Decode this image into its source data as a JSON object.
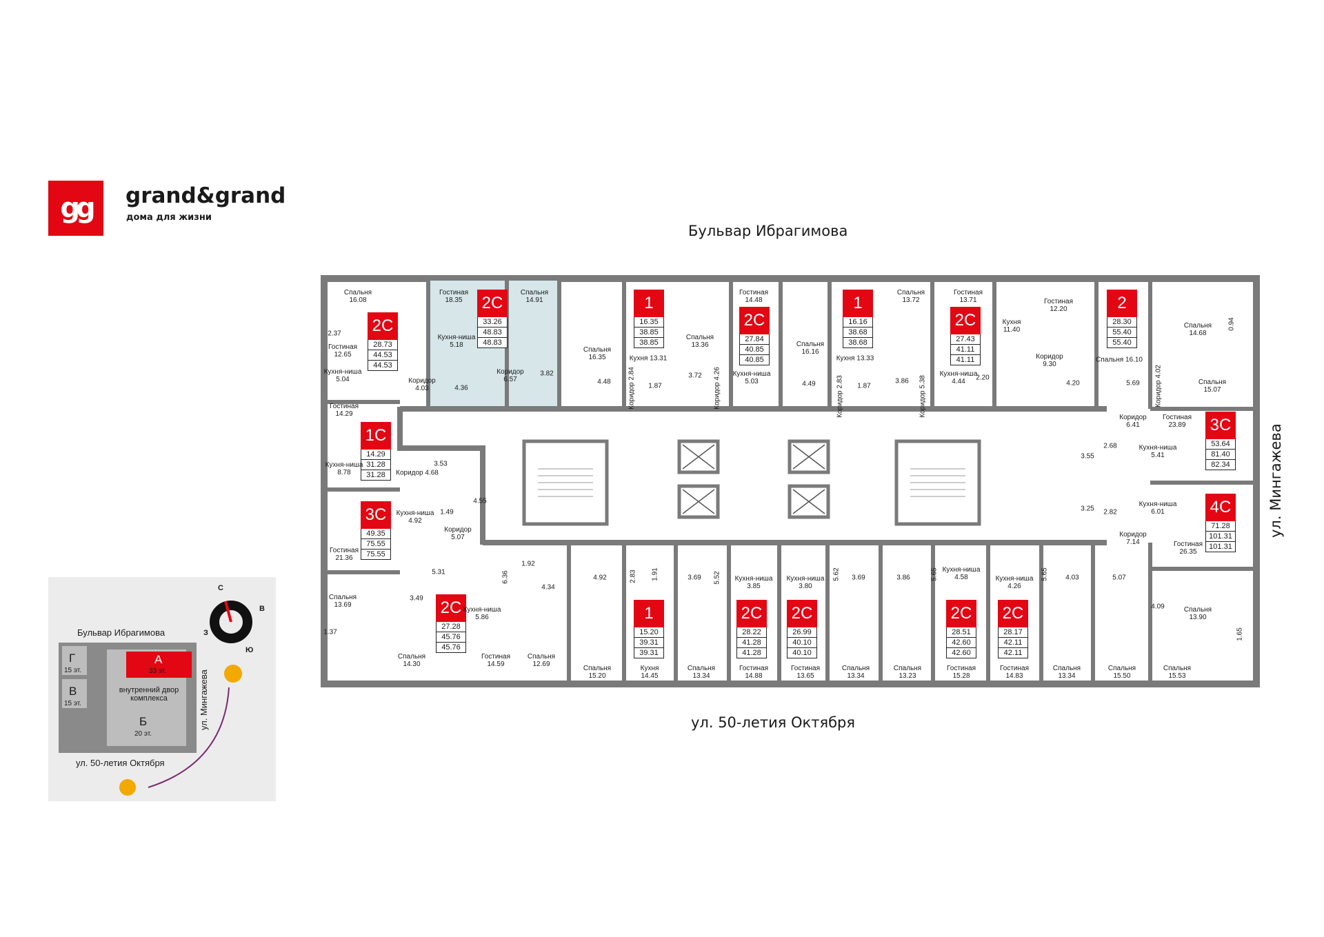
{
  "brand": {
    "name": "grand&grand",
    "tagline": "дома для жизни",
    "logo_icon": "gg-monogram-icon",
    "color": "#e30613"
  },
  "streets": {
    "top": "Бульвар Ибрагимова",
    "bottom": "ул. 50-летия Октября",
    "right": "ул. Мингажева"
  },
  "colors": {
    "accent": "#e30613",
    "wall": "#7a7a7a",
    "selected": "#d6e6e9"
  },
  "apartments": [
    {
      "type": "2С",
      "living": "28.73",
      "total": "44.53",
      "price_area": "44.53"
    },
    {
      "type": "2С",
      "living": "33.26",
      "total": "48.83",
      "price_area": "48.83"
    },
    {
      "type": "1",
      "living": "16.35",
      "total": "38.85",
      "price_area": "38.85"
    },
    {
      "type": "2С",
      "living": "27.84",
      "total": "40.85",
      "price_area": "40.85"
    },
    {
      "type": "1",
      "living": "16.16",
      "total": "38.68",
      "price_area": "38.68"
    },
    {
      "type": "2С",
      "living": "27.43",
      "total": "41.11",
      "price_area": "41.11"
    },
    {
      "type": "2",
      "living": "28.30",
      "total": "55.40",
      "price_area": "55.40"
    },
    {
      "type": "1С",
      "living": "14.29",
      "total": "31.28",
      "price_area": "31.28"
    },
    {
      "type": "3С",
      "living": "49.35",
      "total": "75.55",
      "price_area": "75.55"
    },
    {
      "type": "3С",
      "living": "53.64",
      "total": "81.40",
      "price_area": "82.34"
    },
    {
      "type": "4С",
      "living": "71.28",
      "total": "101.31",
      "price_area": "101.31"
    },
    {
      "type": "2С",
      "living": "27.28",
      "total": "45.76",
      "price_area": "45.76"
    },
    {
      "type": "1",
      "living": "15.20",
      "total": "39.31",
      "price_area": "39.31"
    },
    {
      "type": "2С",
      "living": "28.22",
      "total": "41.28",
      "price_area": "41.28"
    },
    {
      "type": "2С",
      "living": "26.99",
      "total": "40.10",
      "price_area": "40.10"
    },
    {
      "type": "2С",
      "living": "28.51",
      "total": "42.60",
      "price_area": "42.60"
    },
    {
      "type": "2С",
      "living": "28.17",
      "total": "42.11",
      "price_area": "42.11"
    }
  ],
  "rooms": {
    "r1": "Спальня",
    "r1v": "16.08",
    "r2": "Гостиная",
    "r2v": "18.35",
    "r3": "Спальня",
    "r3v": "14.91",
    "r4": "Спальня",
    "r4v": "16.35",
    "r5": "Спальня",
    "r5v": "13.36",
    "r6": "Гостиная",
    "r6v": "14.48",
    "r7": "Спальня",
    "r7v": "16.16",
    "r8": "Спальня",
    "r8v": "13.72",
    "r9": "Гостиная",
    "r9v": "13.71",
    "r10": "Кухня",
    "r10v": "11.40",
    "r11": "Гостиная",
    "r11v": "12.20",
    "r12": "Спальня",
    "r12v": "14.68",
    "r13": "Гостиная",
    "r13v": "12.65",
    "r14": "Кухня-ниша",
    "r14v": "5.04",
    "r15": "Кухня-ниша",
    "r15v": "5.18",
    "r16": "Коридор",
    "r16v": "6.57",
    "r17": "Кухня 13.31",
    "r18": "Кухня-ниша",
    "r18v": "5.03",
    "r19": "Кухня 13.33",
    "r20": "Кухня-ниша",
    "r20v": "4.44",
    "r21": "Коридор",
    "r21v": "9.30",
    "r22": "Спальня 16.10",
    "r23": "Спальня",
    "r23v": "15.07",
    "r24": "Гостиная",
    "r24v": "14.29",
    "r25": "Кухня-ниша",
    "r25v": "8.78",
    "r26": "Гостиная",
    "r26v": "21.36",
    "r27": "Кухня-ниша",
    "r27v": "4.92",
    "r28": "Коридор",
    "r28v": "5.07",
    "r29": "Коридор",
    "r29v": "4.03",
    "r30": "Коридор",
    "r30v": "6.41",
    "r31": "Гостиная",
    "r31v": "23.89",
    "r32": "Кухня-ниша",
    "r32v": "5.41",
    "r33": "Кухня-ниша",
    "r33v": "6.01",
    "r34": "Коридор",
    "r34v": "7.14",
    "r35": "Гостиная",
    "r35v": "26.35",
    "r36": "Спальня",
    "r36v": "13.69",
    "r37": "Спальня",
    "r37v": "14.30",
    "r38": "Кухня-ниша",
    "r38v": "5.86",
    "r39": "Гостиная",
    "r39v": "14.59",
    "r40": "Спальня",
    "r40v": "12.69",
    "r41": "Спальня",
    "r41v": "15.20",
    "r42": "Кухня",
    "r42v": "14.45",
    "r43": "Спальня",
    "r43v": "13.34",
    "r44": "Гостиная",
    "r44v": "14.88",
    "r45": "Гостиная",
    "r45v": "13.65",
    "r46": "Спальня",
    "r46v": "13.34",
    "r47": "Спальня",
    "r47v": "13.23",
    "r48": "Гостиная",
    "r48v": "15.28",
    "r49": "Гостиная",
    "r49v": "14.83",
    "r50": "Спальня",
    "r50v": "13.34",
    "r51": "Спальня",
    "r51v": "15.50",
    "r52": "Спальня",
    "r52v": "15.53",
    "r53": "Спальня",
    "r53v": "13.90",
    "r54": "Кухня-ниша",
    "r54v": "3.85",
    "r55": "Кухня-ниша",
    "r55v": "3.80",
    "r56": "Кухня-ниша",
    "r56v": "4.58",
    "r57": "Кухня-ниша",
    "r57v": "4.26",
    "r58": "Коридор",
    "r58v": "4.68",
    "r59": "Коридор",
    "r59v": "2.84",
    "r60": "Коридор",
    "r60v": "4.26",
    "r61": "Коридор",
    "r61v": "2.83",
    "r62": "Коридор",
    "r62v": "5.38",
    "r63": "Коридор",
    "r63v": "4.02"
  },
  "small_areas": [
    "2.37",
    "4.36",
    "3.82",
    "4.48",
    "1.87",
    "3.72",
    "4.49",
    "1.87",
    "3.86",
    "2.20",
    "4.20",
    "5.69",
    "0.94",
    "3.53",
    "1.49",
    "4.55",
    "2.68",
    "3.55",
    "3.25",
    "2.82",
    "5.31",
    "6.36",
    "1.92",
    "4.34",
    "3.49",
    "1.37",
    "4.92",
    "1.91",
    "3.69",
    "5.52",
    "5.62",
    "3.69",
    "3.86",
    "5.65",
    "5.65",
    "4.03",
    "5.07",
    "4.09",
    "1.65",
    "2.83"
  ],
  "minimap": {
    "street_top": "Бульвар Ибрагимова",
    "street_bottom": "ул. 50-летия Октября",
    "street_side": "ул. Мингажева",
    "courtyard": "внутренний двор комплекса",
    "sections": [
      {
        "name": "А",
        "floors": "33 эт."
      },
      {
        "name": "Б",
        "floors": "20 эт."
      },
      {
        "name": "В",
        "floors": "15 эт."
      },
      {
        "name": "Г",
        "floors": "15 эт."
      }
    ],
    "compass": {
      "n": "С",
      "e": "В",
      "s": "Ю",
      "w": "З"
    }
  }
}
